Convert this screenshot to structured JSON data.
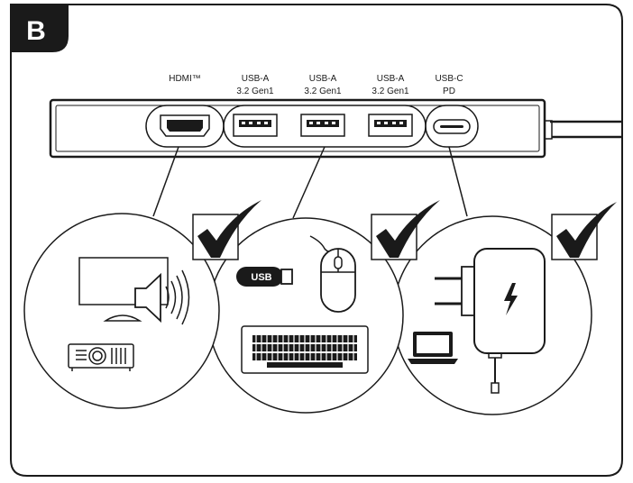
{
  "panel": {
    "badge": "B"
  },
  "ports": [
    {
      "id": "hdmi",
      "line1": "HDMI™",
      "line2": ""
    },
    {
      "id": "usb-a-1",
      "line1": "USB-A",
      "line2": "3.2 Gen1"
    },
    {
      "id": "usb-a-2",
      "line1": "USB-A",
      "line2": "3.2 Gen1"
    },
    {
      "id": "usb-a-3",
      "line1": "USB-A",
      "line2": "3.2 Gen1"
    },
    {
      "id": "usb-c",
      "line1": "USB-C",
      "line2": "PD"
    }
  ],
  "usb_stick": {
    "label": "USB"
  },
  "icons": {
    "group_display": [
      "monitor-icon",
      "speaker-icon",
      "projector-icon",
      "checkmark-icon"
    ],
    "group_usb": [
      "usb-stick-icon",
      "mouse-icon",
      "keyboard-icon",
      "checkmark-icon"
    ],
    "group_power": [
      "power-adapter-icon",
      "laptop-icon",
      "lightning-icon",
      "checkmark-icon"
    ]
  }
}
